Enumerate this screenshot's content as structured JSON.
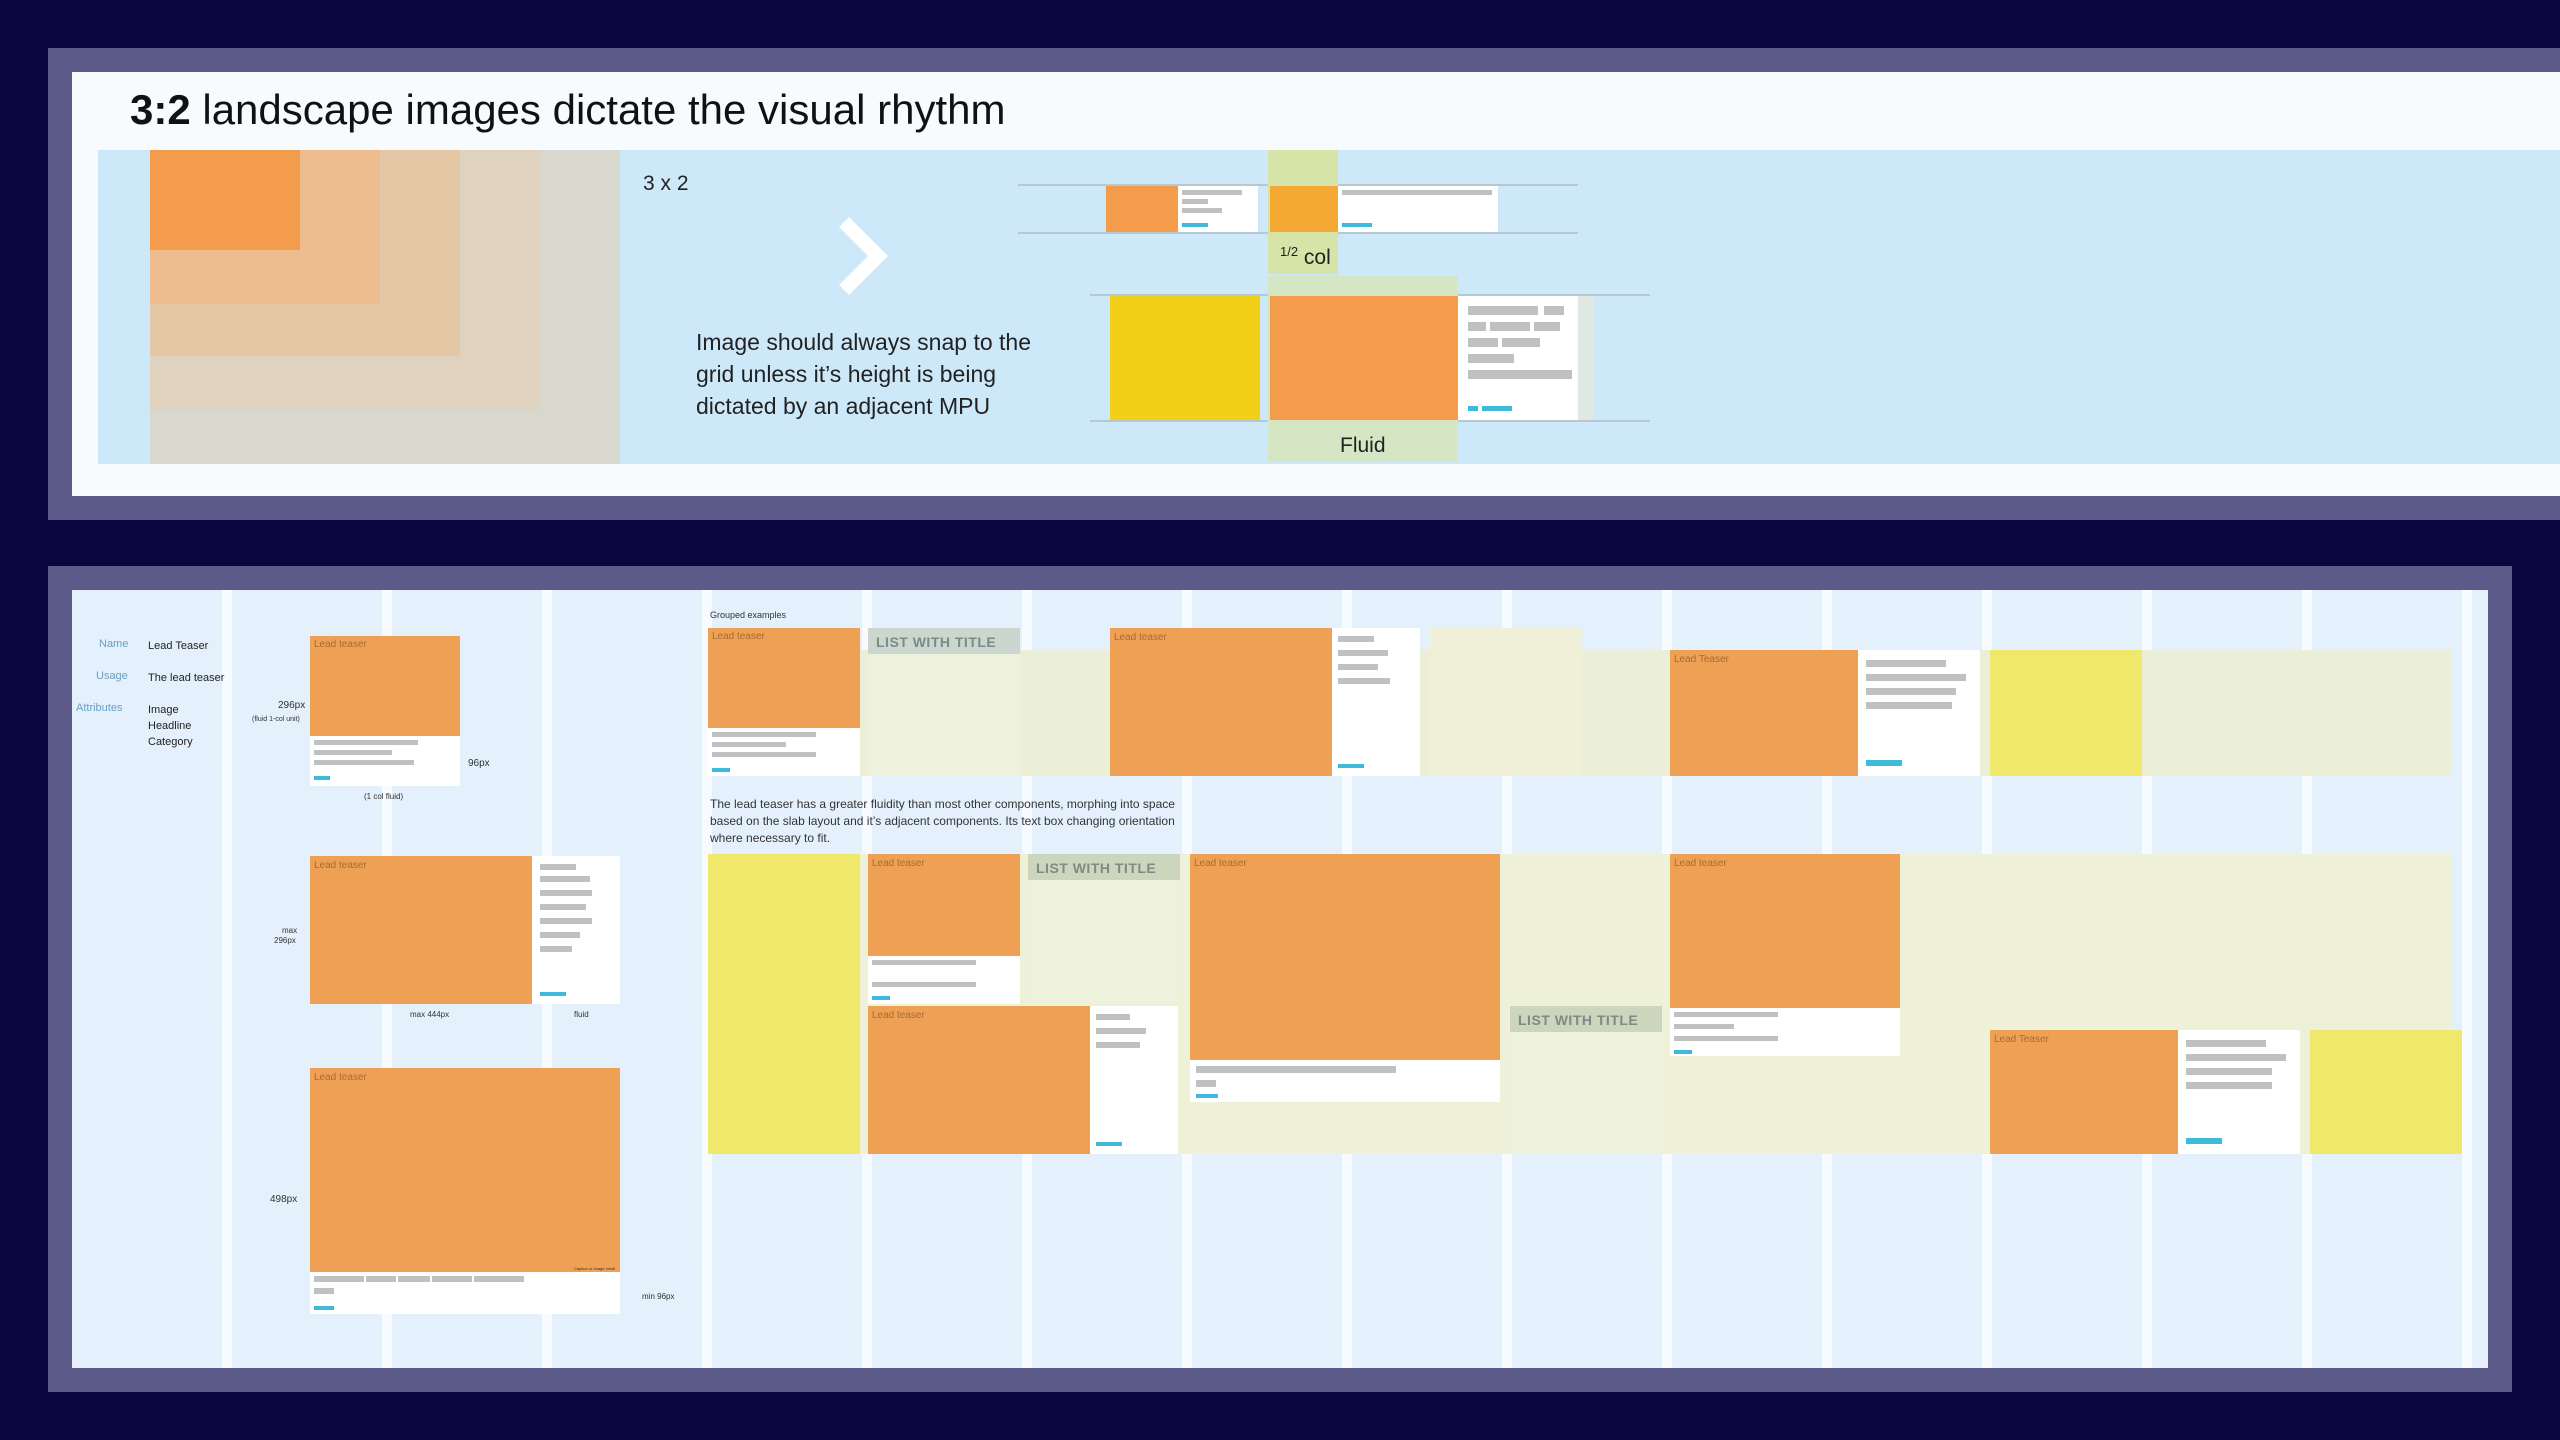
{
  "top": {
    "title_bold": "3:2",
    "title_rest": " landscape images dictate the visual rhythm",
    "label_3x2": "3 x 2",
    "body_text": "Image should always snap to the grid unless it’s height is being dictated by an adjacent MPU",
    "half_col_sup": "1/2",
    "half_col_text": "col",
    "fluid_label": "Fluid",
    "chevron": "chevron-right-icon"
  },
  "bottom": {
    "meta": {
      "name_key": "Name",
      "name_val": "Lead Teaser",
      "usage_key": "Usage",
      "usage_val": "The lead teaser",
      "attr_key": "Attributes",
      "attr_val1": "Image",
      "attr_val2": "Headline",
      "attr_val3": "Category"
    },
    "variants": {
      "lead_teaser": "Lead teaser",
      "dim_296": "296px",
      "dim_fluid_unit": "(fluid 1-col unit)",
      "dim_96": "96px",
      "dim_1col": "(1 col fluid)",
      "dim_max": "max",
      "dim_max_296": "296px",
      "dim_max_444": "max 444px",
      "dim_fluid": "fluid",
      "dim_498": "498px",
      "dim_min96": "min 96px",
      "img_caption": "Caption or image credit"
    },
    "grouped": {
      "heading": "Grouped examples",
      "lead_teaser": "Lead teaser",
      "lead_teaser_cap": "Lead Teaser",
      "list_title": "LIST WITH TITLE",
      "description": "The lead teaser has a greater fluidity than most other components, morphing into space based on the slab layout and it’s adjacent components. Its text box changing orientation where necessary to fit."
    }
  },
  "colors": {
    "background": "#0b0640",
    "frame": "#5c5a88",
    "orange": "#f39c4c",
    "yellow": "#f2d01a",
    "blue": "#cde9f9",
    "accent_cyan": "#3fb9dc"
  }
}
